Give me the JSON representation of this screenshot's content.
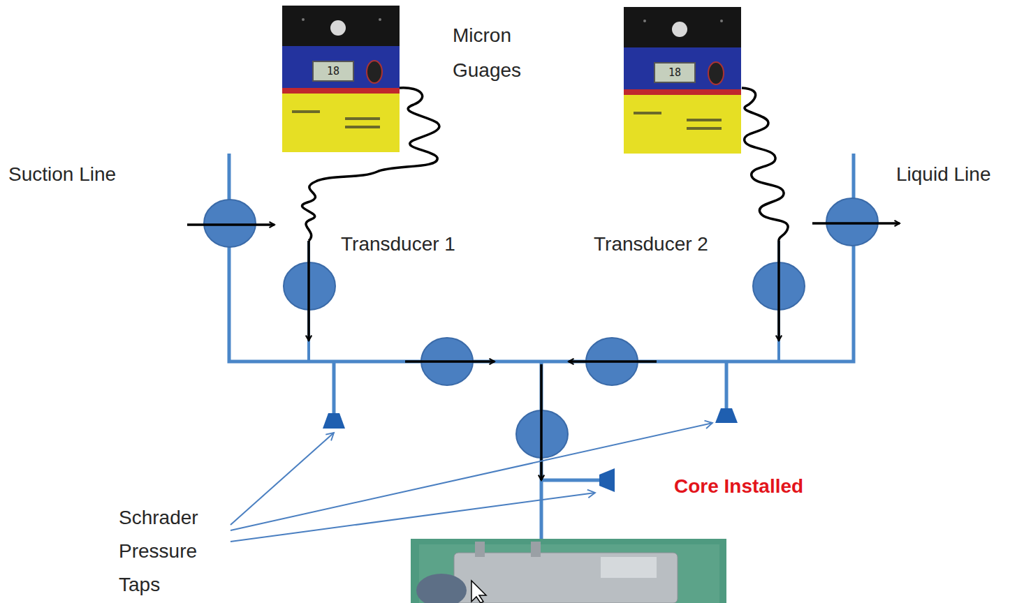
{
  "diagram": {
    "nodes": [
      {
        "text": [
          "18"
        ]
      },
      {
        "text": [
          "18"
        ]
      }
    ],
    "labels": [
      "Micron Guages",
      "Suction Line",
      "Transducer 1",
      "Transducer 2",
      "Liquid Line",
      "Core Installed",
      "Schrader Pressure Taps"
    ]
  }
}
